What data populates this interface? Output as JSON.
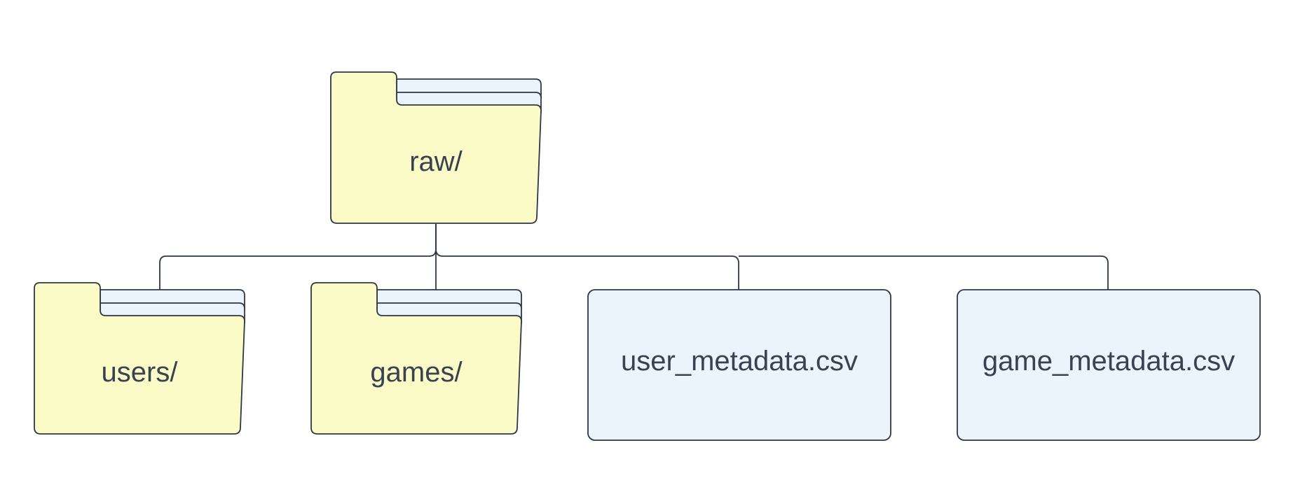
{
  "diagram": {
    "colors": {
      "folder_fill": "#fbfbc7",
      "folder_back_fill": "#ebf3fd",
      "file_fill": "#ebf3fd",
      "stroke": "#2f3644",
      "text": "#3a4150",
      "background": "#ffffff"
    },
    "root": {
      "label": "raw/",
      "kind": "folder",
      "icon": "folder-icon"
    },
    "children": [
      {
        "label": "users/",
        "kind": "folder",
        "icon": "folder-icon"
      },
      {
        "label": "games/",
        "kind": "folder",
        "icon": "folder-icon"
      },
      {
        "label": "user_metadata.csv",
        "kind": "file",
        "icon": "file-icon"
      },
      {
        "label": "game_metadata.csv",
        "kind": "file",
        "icon": "file-icon"
      }
    ]
  }
}
